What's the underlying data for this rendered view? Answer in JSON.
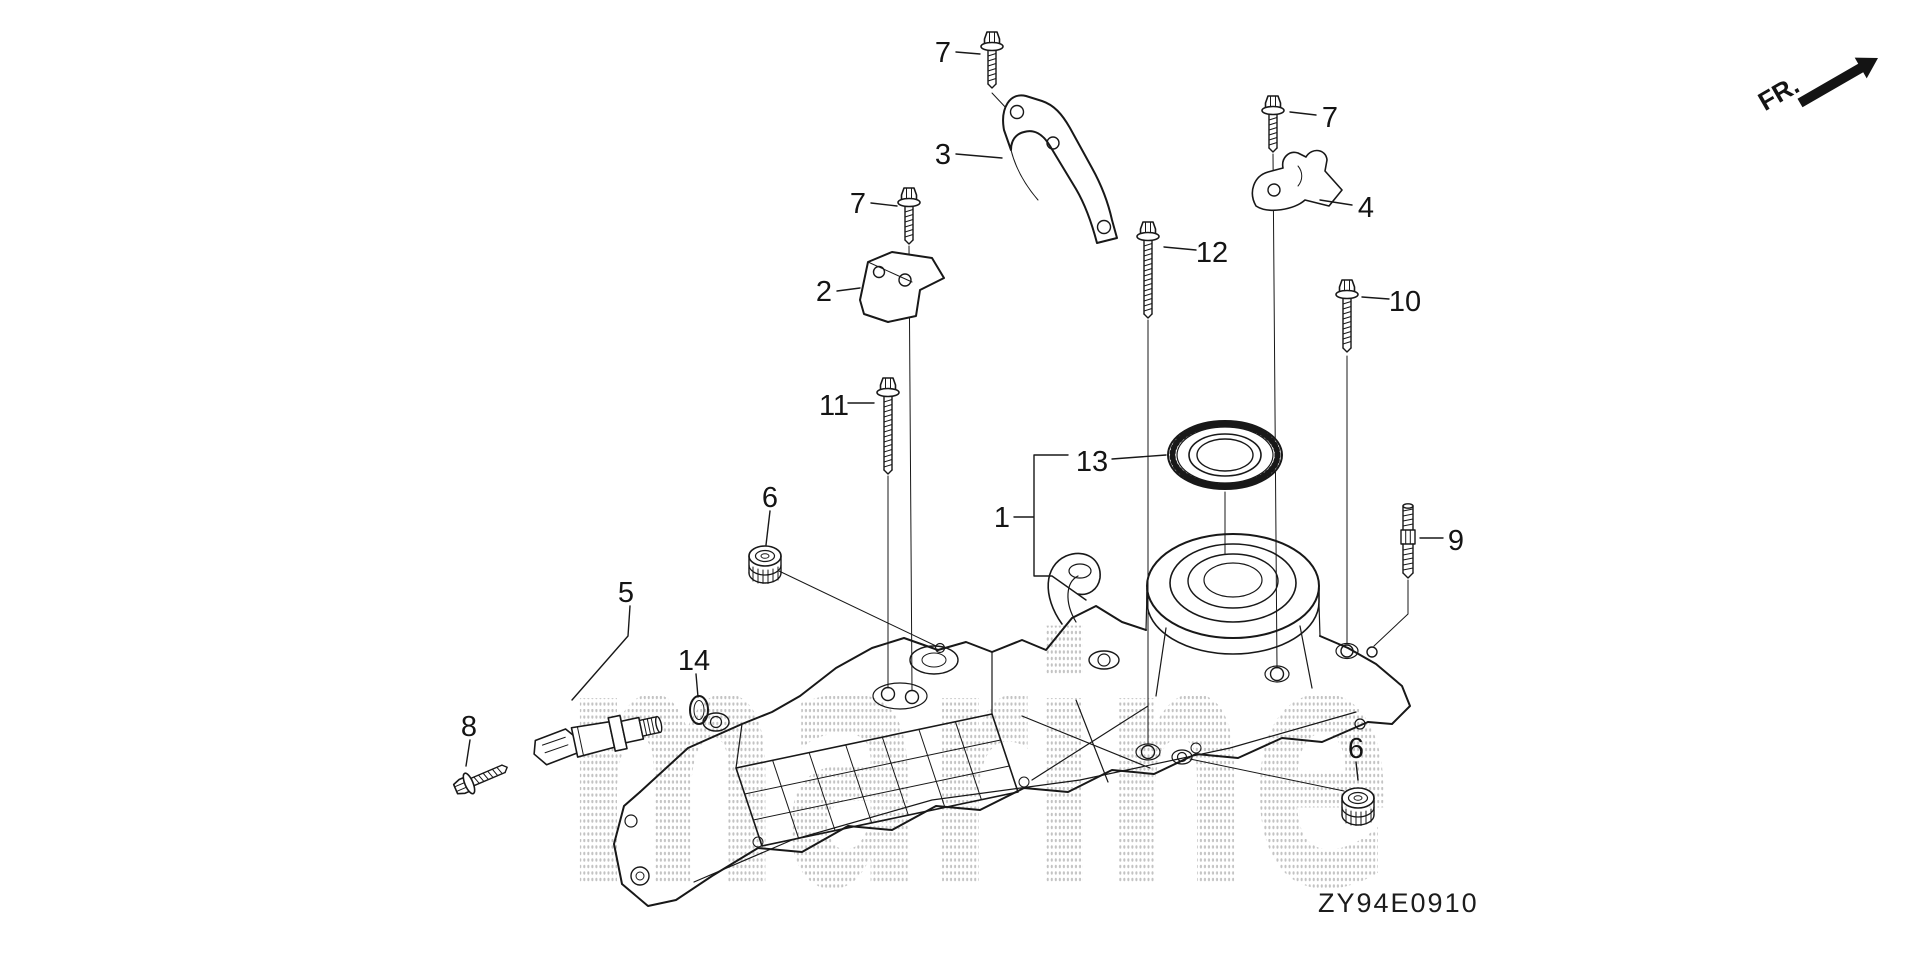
{
  "diagram": {
    "drawing_code": "ZY94E0910",
    "direction_label": "FR.",
    "watermark": "marine",
    "callouts": [
      {
        "label": "7"
      },
      {
        "label": "3"
      },
      {
        "label": "7"
      },
      {
        "label": "4"
      },
      {
        "label": "7"
      },
      {
        "label": "2"
      },
      {
        "label": "12"
      },
      {
        "label": "10"
      },
      {
        "label": "11"
      },
      {
        "label": "13"
      },
      {
        "label": "1"
      },
      {
        "label": "6"
      },
      {
        "label": "9"
      },
      {
        "label": "5"
      },
      {
        "label": "14"
      },
      {
        "label": "8"
      },
      {
        "label": "6"
      }
    ]
  }
}
